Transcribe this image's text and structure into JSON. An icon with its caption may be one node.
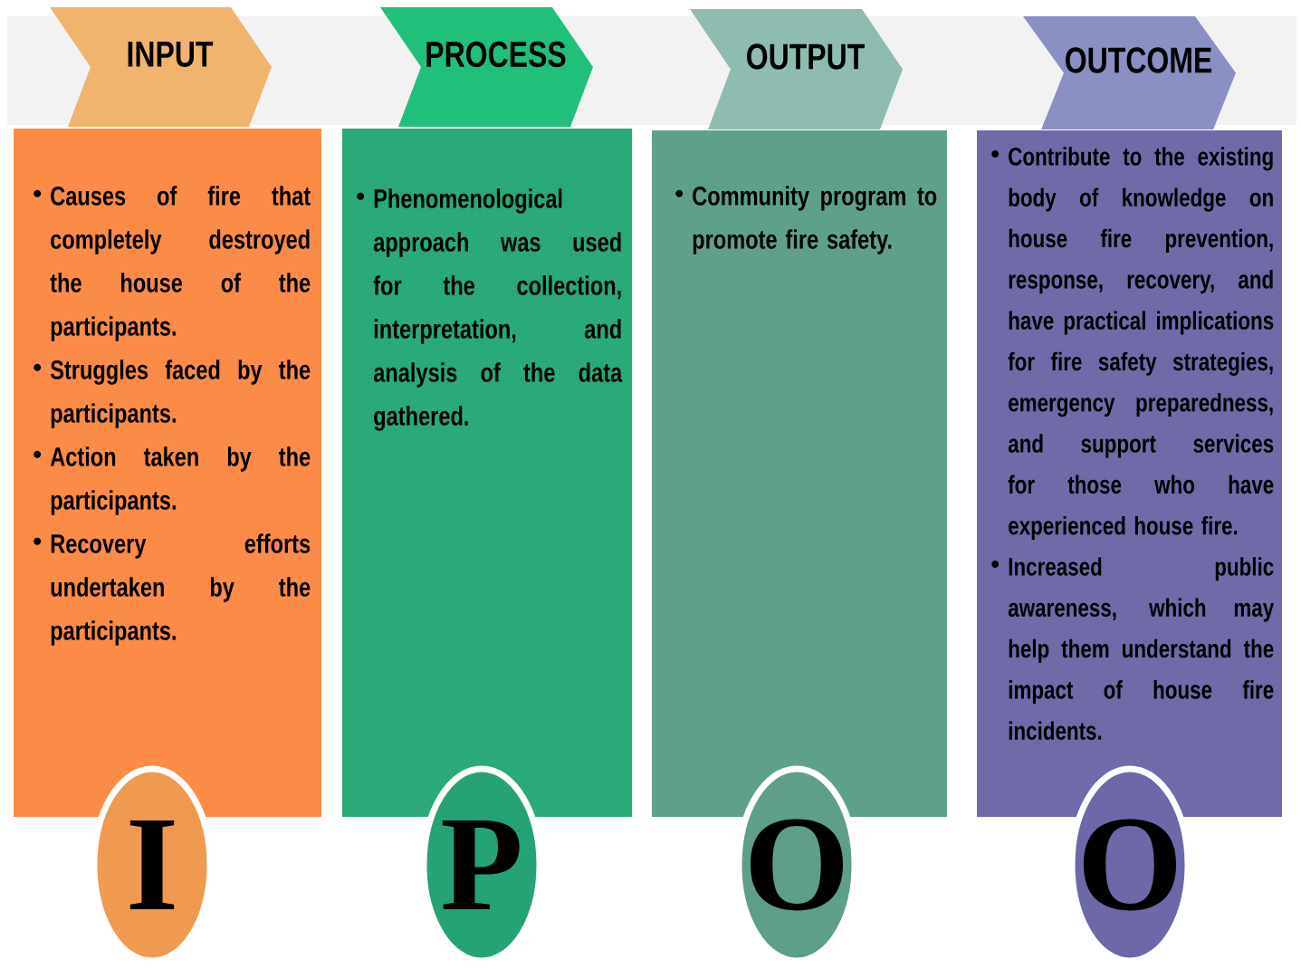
{
  "diagram": {
    "nodes": [
      {
        "text": [
          "INPUT"
        ]
      },
      {
        "text": [
          "Causes of fire that completely destroyed the house of the participants.",
          "Struggles faced by the participants.",
          "Action taken by the participants.",
          "Recovery efforts undertaken by the participants."
        ]
      },
      {
        "text": [
          "I"
        ]
      },
      {
        "text": [
          "PROCESS"
        ]
      },
      {
        "text": [
          "Phenomenological approach was used for the collection, interpretation, and analysis of the data gathered."
        ]
      },
      {
        "text": [
          "P"
        ]
      },
      {
        "text": [
          "OUTPUT"
        ]
      },
      {
        "text": [
          "Community program to promote fire safety."
        ]
      },
      {
        "text": [
          "O"
        ]
      },
      {
        "text": [
          "OUTCOME"
        ]
      },
      {
        "text": [
          "Contribute to the existing body of knowledge on house fire prevention, response, recovery, and have practical implications for fire safety strategies, emergency preparedness, and support services for those who have experienced house fire.",
          "Increased public awareness, which may help them understand the impact of house fire incidents."
        ]
      },
      {
        "text": [
          "O"
        ]
      }
    ]
  }
}
